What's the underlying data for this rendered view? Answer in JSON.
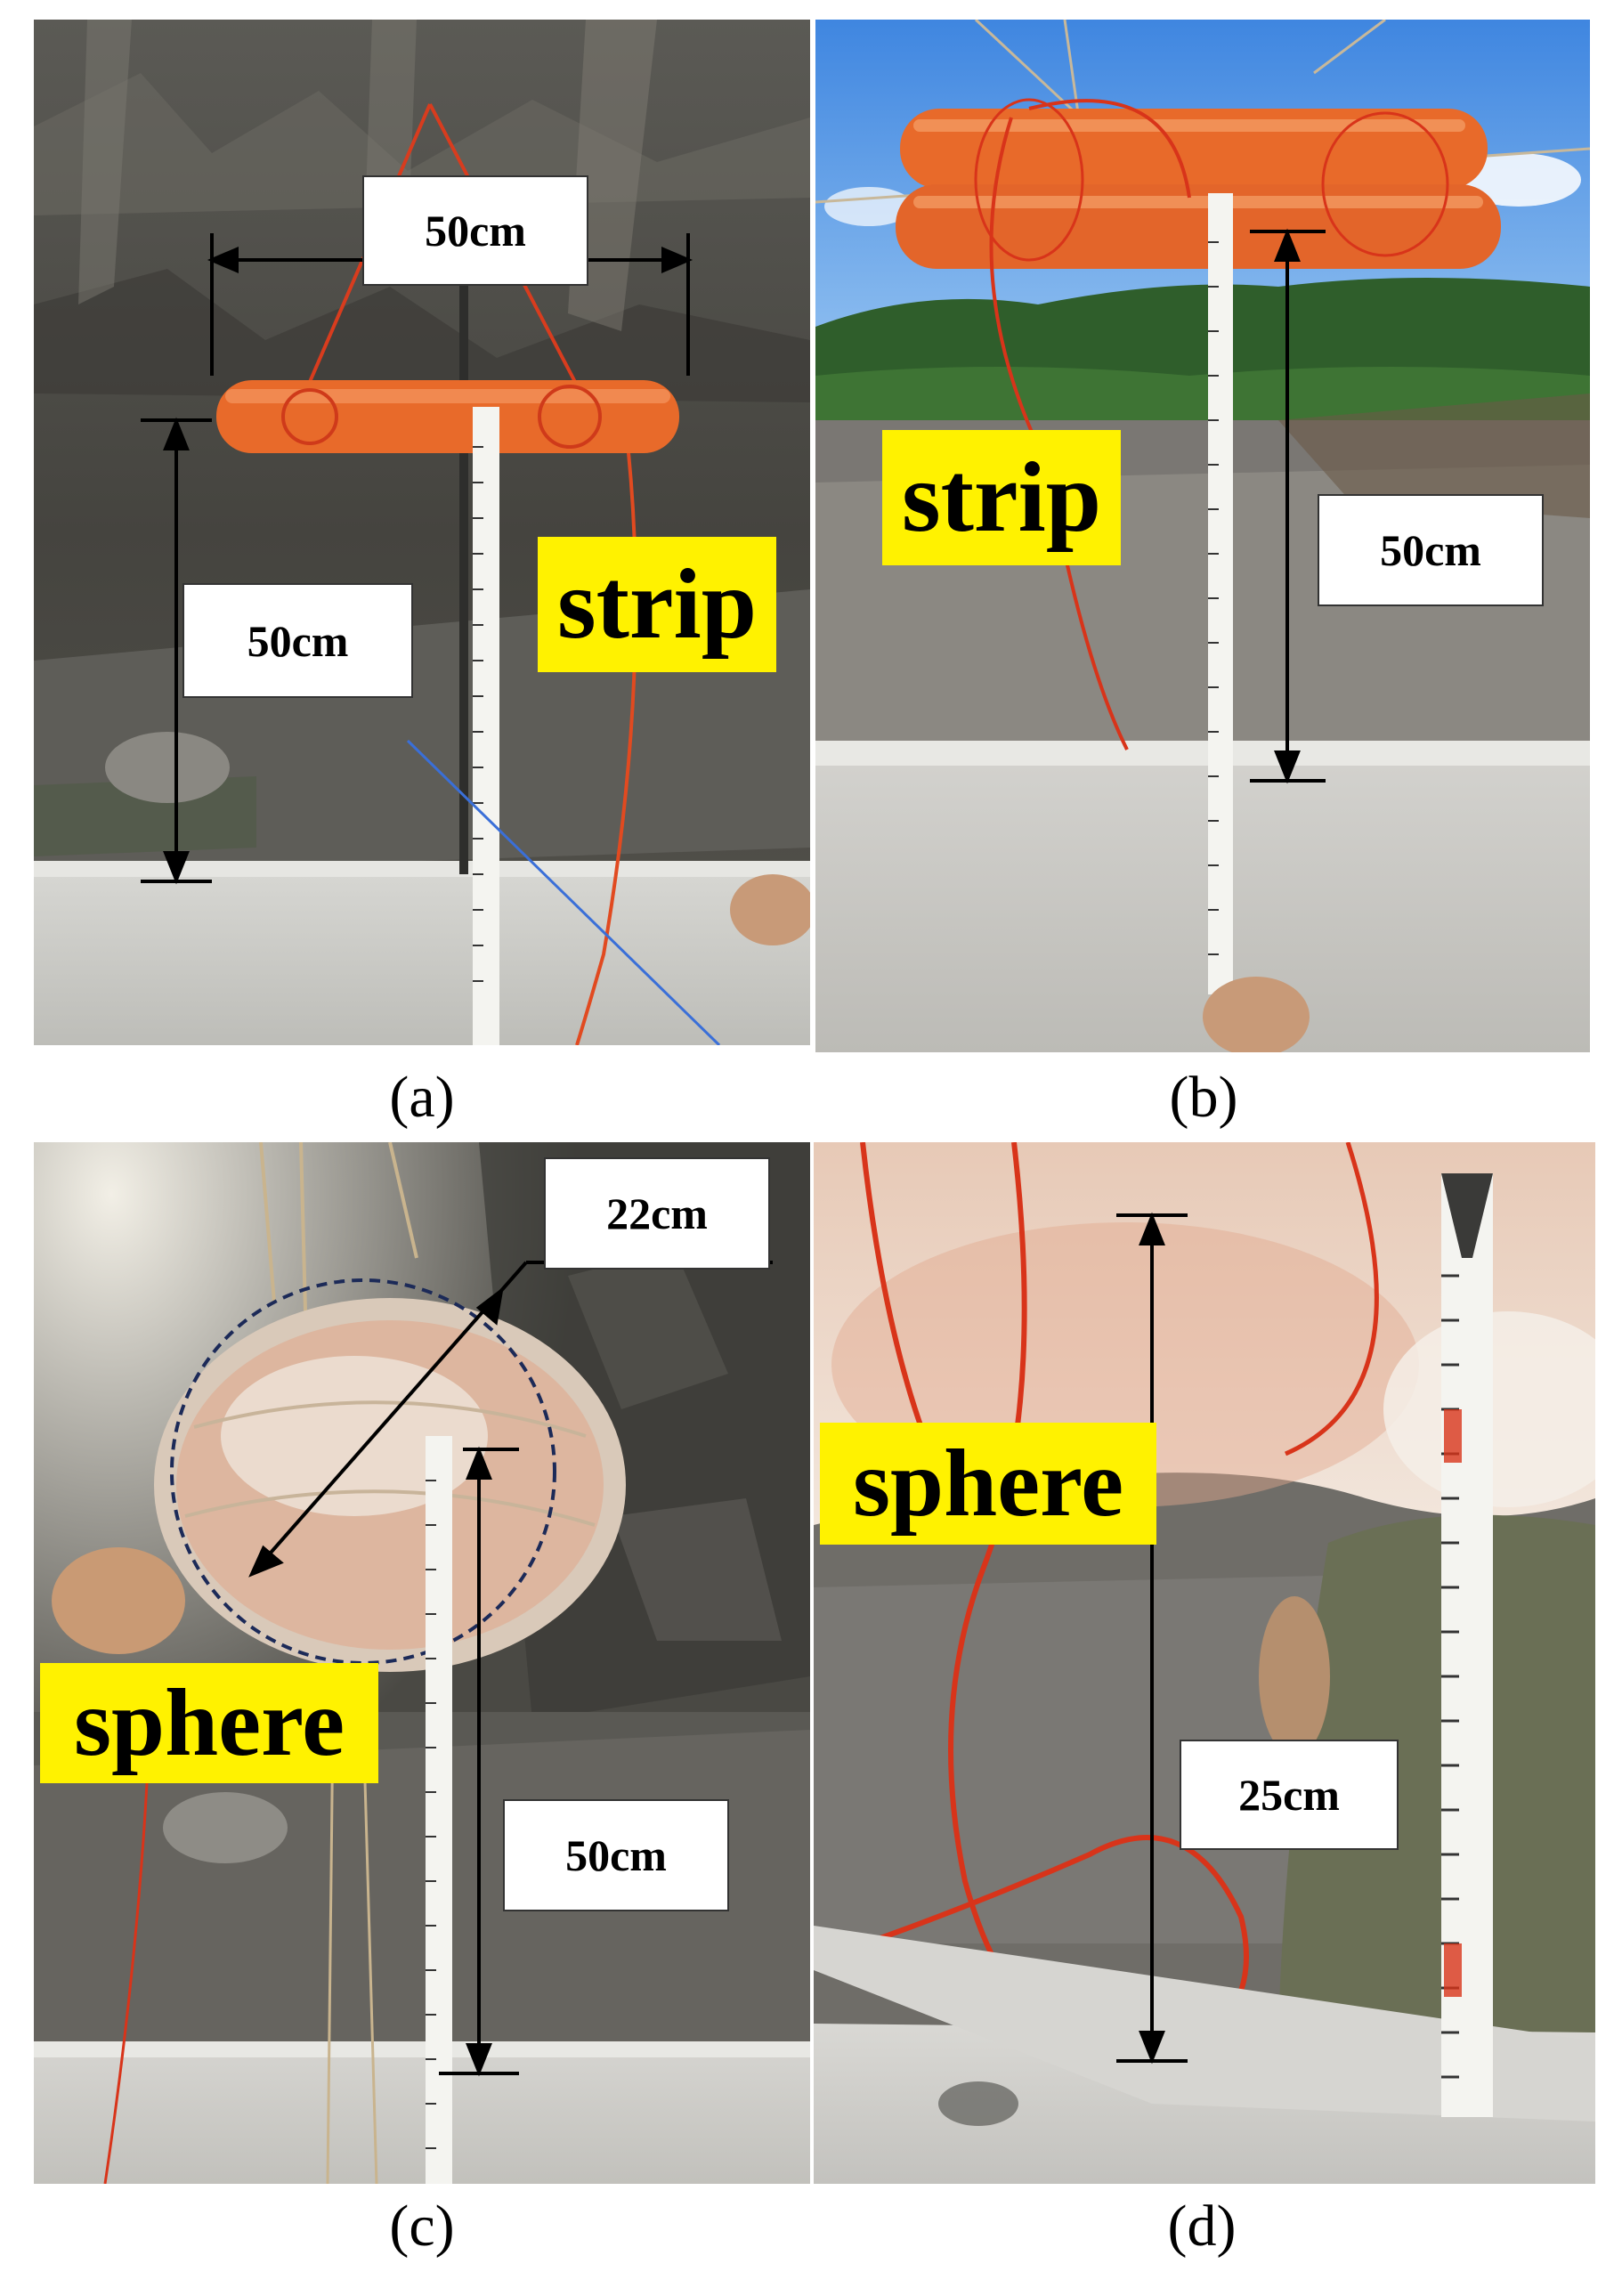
{
  "panels": {
    "a": {
      "caption": "(a)",
      "tag": "strip",
      "measure_width": "50cm",
      "measure_height": "50cm"
    },
    "b": {
      "caption": "(b)",
      "tag": "strip",
      "measure_height": "50cm"
    },
    "c": {
      "caption": "(c)",
      "tag": "sphere",
      "measure_diameter": "22cm",
      "measure_height": "50cm"
    },
    "d": {
      "caption": "(d)",
      "tag": "sphere",
      "measure_height": "25cm"
    }
  },
  "colors": {
    "charge_orange": "#e86a2a",
    "tag_yellow": "#fff200",
    "concrete": "#cfcfcc",
    "sky": "#4a8fe0",
    "rock_dark": "#3d3d3a",
    "gravel": "#6b6a66"
  }
}
